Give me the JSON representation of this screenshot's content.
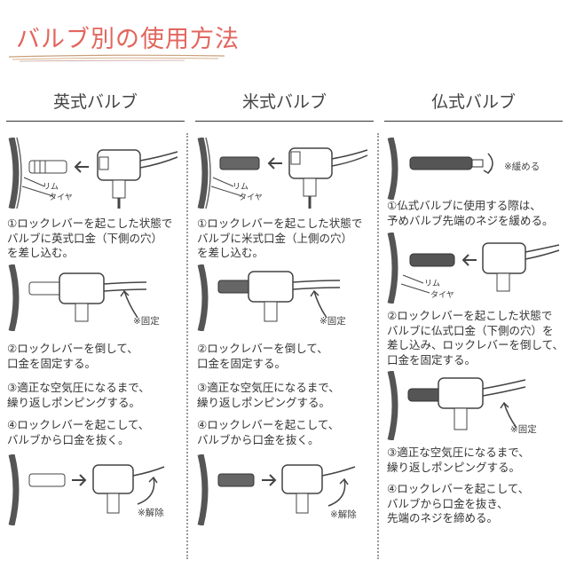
{
  "title": "バルブ別の使用方法",
  "columns": [
    {
      "heading": "英式バルブ",
      "labels": {
        "rim": "リム",
        "tire": "タイヤ",
        "fixed": "※固定",
        "release": "※解除"
      },
      "steps": [
        {
          "lines": [
            "①ロックレバーを起こした状態で",
            "バルブに英式口金（下側の穴）",
            "を差し込む。"
          ]
        },
        {
          "lines": [
            "②ロックレバーを倒して、",
            "口金を固定する。"
          ]
        },
        {
          "lines": [
            "③適正な空気圧になるまで、",
            "繰り返しポンピングする。"
          ]
        },
        {
          "lines": [
            "④ロックレバーを起こして、",
            "バルブから口金を抜く。"
          ]
        }
      ]
    },
    {
      "heading": "米式バルブ",
      "labels": {
        "rim": "リム",
        "tire": "タイヤ",
        "fixed": "※固定",
        "release": "※解除"
      },
      "steps": [
        {
          "lines": [
            "①ロックレバーを起こした状態で",
            "バルブに米式口金（上側の穴）",
            "を差し込む。"
          ]
        },
        {
          "lines": [
            "②ロックレバーを倒して、",
            "口金を固定する。"
          ]
        },
        {
          "lines": [
            "③適正な空気圧になるまで、",
            "繰り返しポンピングする。"
          ]
        },
        {
          "lines": [
            "④ロックレバーを起こして、",
            "バルブから口金を抜く。"
          ]
        }
      ]
    },
    {
      "heading": "仏式バルブ",
      "labels": {
        "rim": "リム",
        "tire": "タイヤ",
        "fixed": "※固定",
        "loosen": "※緩める"
      },
      "steps": [
        {
          "lines": [
            "①仏式バルブに使用する際は、",
            "予めバルブ先端のネジを緩める。"
          ]
        },
        {
          "lines": [
            "②ロックレバーを起こした状態で",
            "バルブに仏式口金（下側の穴）を",
            "差し込み、ロックレバーを倒して、",
            "口金を固定する。"
          ]
        },
        {
          "lines": [
            "③適正な空気圧になるまで、",
            "繰り返しポンピングする。"
          ]
        },
        {
          "lines": [
            "④ロックレバーを起こして、",
            "バルブから口金を抜き、",
            "先端のネジを締める。"
          ]
        }
      ]
    }
  ]
}
